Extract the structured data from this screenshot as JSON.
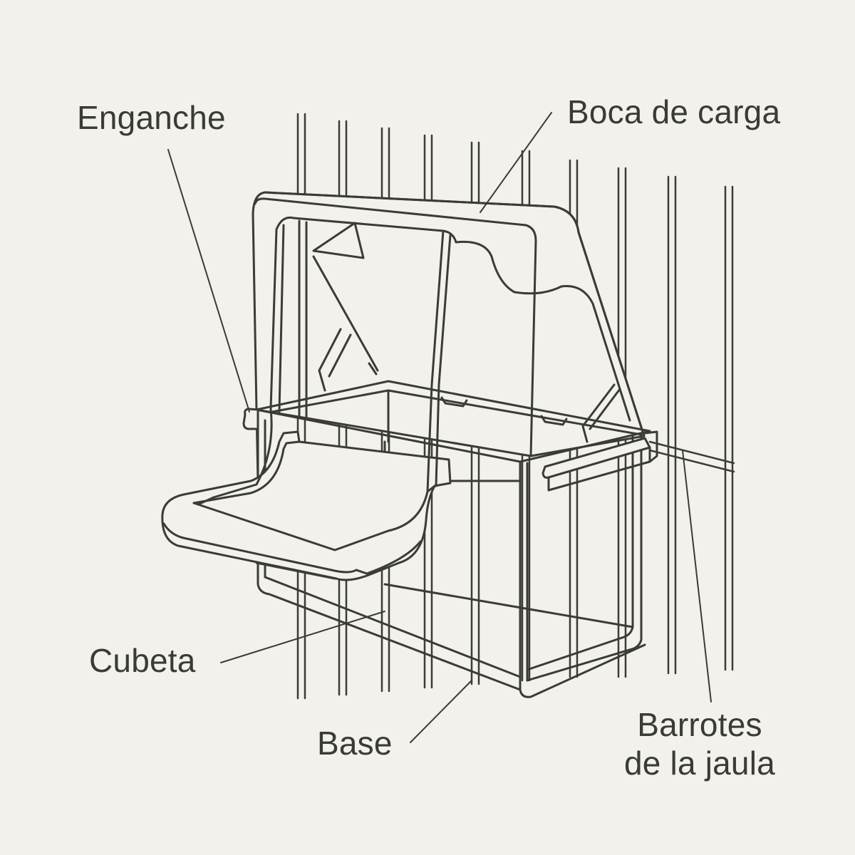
{
  "colors": {
    "background": "#f2f1ec",
    "stroke": "#3b3b37",
    "text": "#3a3a36",
    "fill": "#f2f1ec"
  },
  "labels": {
    "enganche": "Enganche",
    "boca_de_carga": "Boca de carga",
    "cubeta": "Cubeta",
    "base": "Base",
    "barrotes_line1": "Barrotes",
    "barrotes_line2": "de la jaula"
  }
}
